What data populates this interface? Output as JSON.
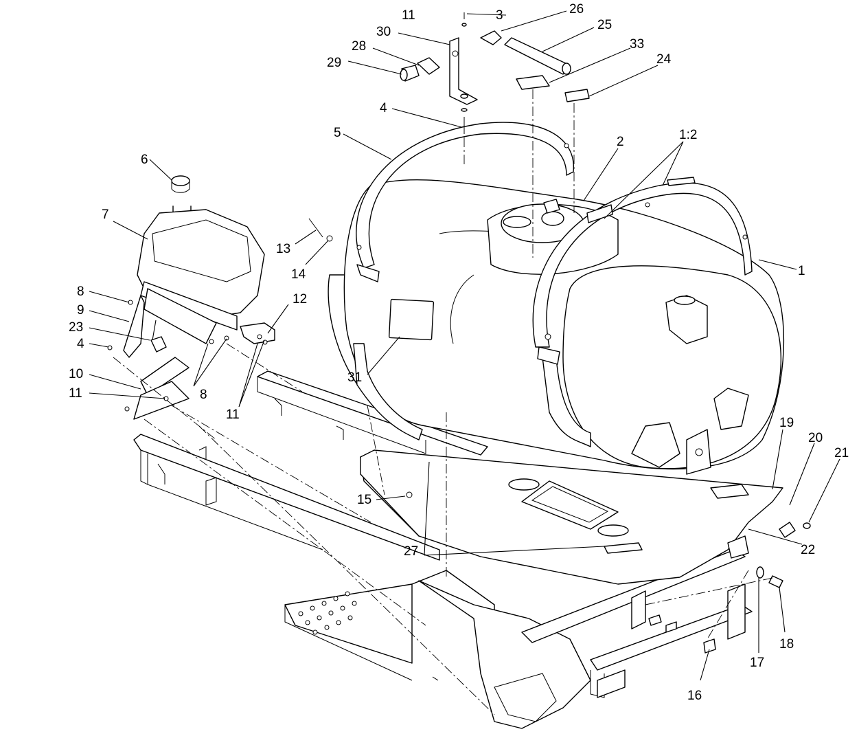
{
  "callouts": {
    "c1": "1",
    "c1_2": "1:2",
    "c2": "2",
    "c3": "3",
    "c4a": "4",
    "c4b": "4",
    "c5": "5",
    "c6": "6",
    "c7": "7",
    "c8a": "8",
    "c8b": "8",
    "c9": "9",
    "c10": "10",
    "c11a": "11",
    "c11b": "11",
    "c11c": "11",
    "c12": "12",
    "c13": "13",
    "c14": "14",
    "c15": "15",
    "c16": "16",
    "c17": "17",
    "c18": "18",
    "c19": "19",
    "c20": "20",
    "c21": "21",
    "c22": "22",
    "c23": "23",
    "c24": "24",
    "c25": "25",
    "c26": "26",
    "c27": "27",
    "c28": "28",
    "c29": "29",
    "c30": "30",
    "c31": "31",
    "c33": "33"
  }
}
